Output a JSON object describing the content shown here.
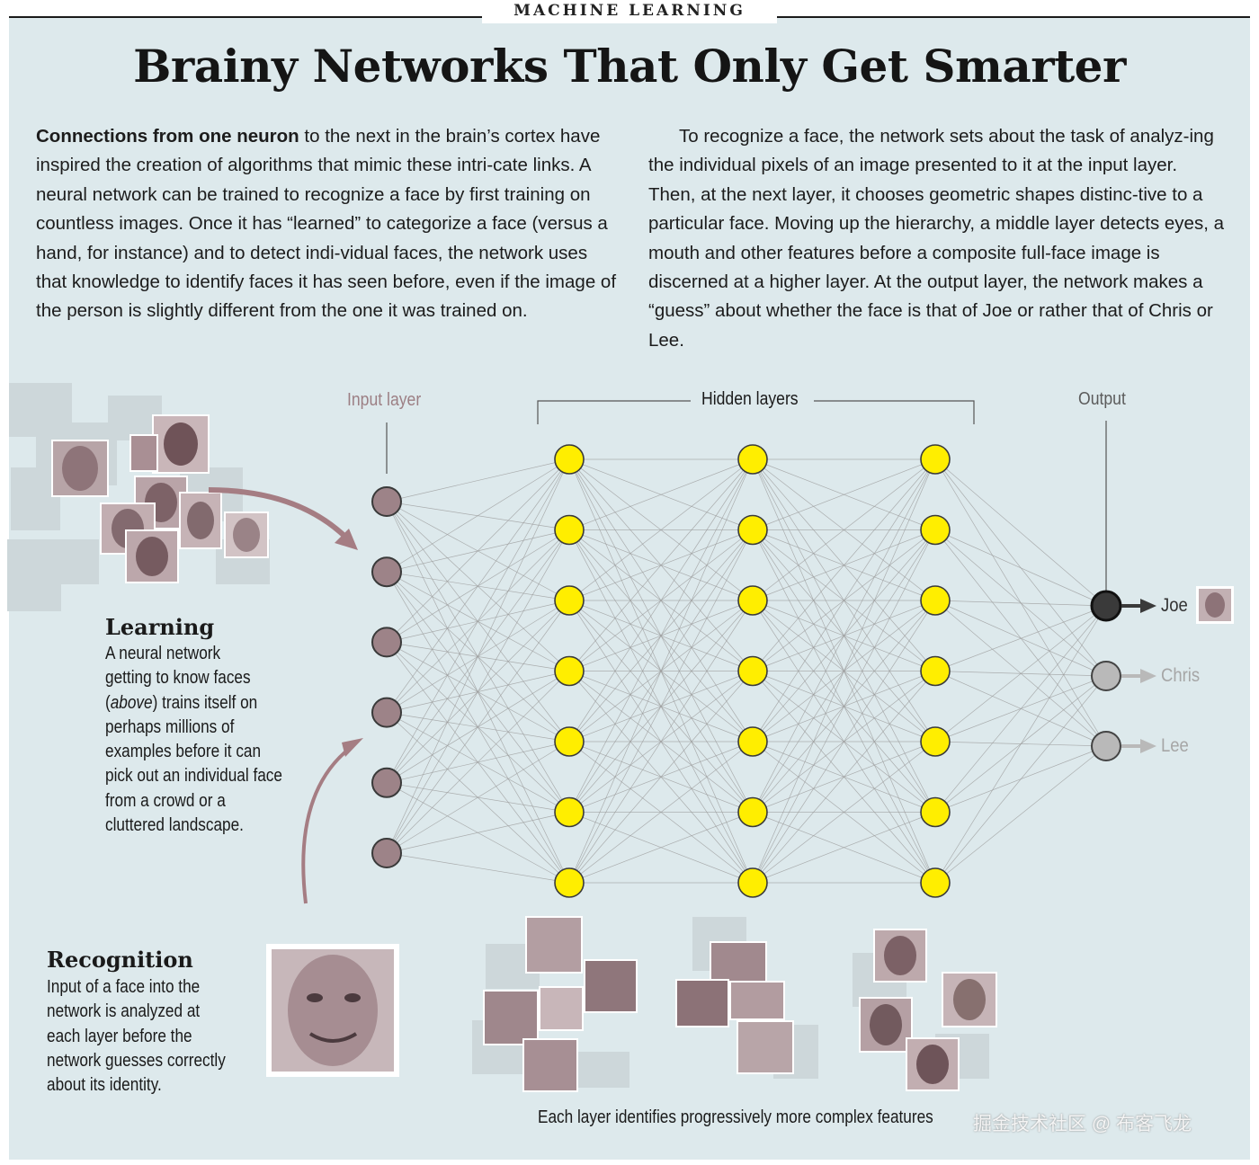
{
  "section_tag": "MACHINE LEARNING",
  "headline": "Brainy Networks That Only Get Smarter",
  "intro_left": {
    "lead": "Connections from one neuron",
    "body": " to the next in the brain’s cortex have inspired the creation of algorithms that mimic these intri-cate links. A neural network can be trained to recognize a face by first training on countless images. Once it has “learned” to categorize a face (versus a hand, for instance) and to detect indi-vidual faces, the network uses that knowledge to identify faces it has seen before, even if the image of the person is slightly different from the one it was trained on."
  },
  "intro_right": {
    "body": "To recognize a face, the network sets about the task of analyz-ing the individual pixels of an image presented to it at the input layer. Then, at the next layer, it chooses geometric shapes distinc-tive to a particular face. Moving up the hierarchy, a middle layer detects eyes, a mouth and other features before a composite full-face image is discerned at a higher layer. At the output layer, the network makes a “guess” about whether the face is that of Joe or rather that of Chris or Lee."
  },
  "diagram": {
    "input_label": "Input layer",
    "hidden_label": "Hidden layers",
    "output_label": "Output",
    "input_count": 6,
    "hidden_layer_count": 3,
    "hidden_nodes_per_layer": 7,
    "outputs": [
      {
        "name": "Joe",
        "selected": true
      },
      {
        "name": "Chris",
        "selected": false
      },
      {
        "name": "Lee",
        "selected": false
      }
    ],
    "colors": {
      "background": "#dde9ec",
      "input_node": "#9d8388",
      "hidden_node": "#ffee00",
      "output_selected": "#3a3a3a",
      "output_unselected": "#b9b9b9",
      "connection": "#9a9a9a",
      "arrow": "#a57d83"
    }
  },
  "learning": {
    "title": "Learning",
    "body_before": "A neural network\ngetting to know faces\n(",
    "body_emph": "above",
    "body_after": ") trains itself on\nperhaps millions of\nexamples before it can\npick out an individual face\nfrom a crowd or a\ncluttered landscape."
  },
  "recognition": {
    "title": "Recognition",
    "body": "Input of a face into the\nnetwork is analyzed at\neach layer before the\nnetwork guesses correctly\nabout its identity."
  },
  "caption": "Each layer identifies progressively more complex features",
  "watermark": "掘金技术社区 @ 布客飞龙"
}
